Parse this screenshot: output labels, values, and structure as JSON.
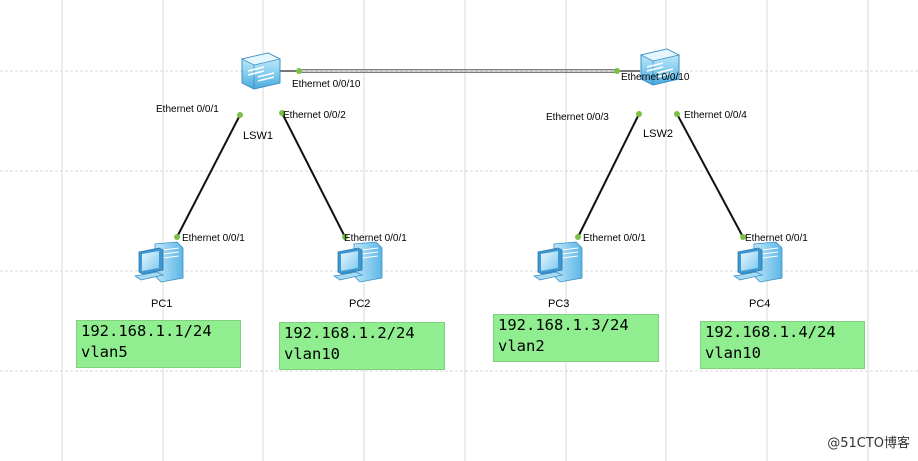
{
  "switches": [
    {
      "name": "LSW1"
    },
    {
      "name": "LSW2"
    }
  ],
  "pcs": [
    {
      "name": "PC1",
      "port": "Ethernet 0/0/1",
      "ip": "192.168.1.1/24",
      "vlan": "vlan5"
    },
    {
      "name": "PC2",
      "port": "Ethernet 0/0/1",
      "ip": "192.168.1.2/24",
      "vlan": "vlan10"
    },
    {
      "name": "PC3",
      "port": "Ethernet 0/0/1",
      "ip": "192.168.1.3/24",
      "vlan": "vlan2"
    },
    {
      "name": "PC4",
      "port": "Ethernet 0/0/1",
      "ip": "192.168.1.4/24",
      "vlan": "vlan10"
    }
  ],
  "links": [
    {
      "from": "LSW1",
      "from_port": "Ethernet 0/0/10",
      "to": "LSW2",
      "to_port": "Ethernet 0/0/10"
    },
    {
      "from": "LSW1",
      "from_port": "Ethernet 0/0/1",
      "to": "PC1",
      "to_port": "Ethernet 0/0/1"
    },
    {
      "from": "LSW1",
      "from_port": "Ethernet 0/0/2",
      "to": "PC2",
      "to_port": "Ethernet 0/0/1"
    },
    {
      "from": "LSW2",
      "from_port": "Ethernet 0/0/3",
      "to": "PC3",
      "to_port": "Ethernet 0/0/1"
    },
    {
      "from": "LSW2",
      "from_port": "Ethernet 0/0/4",
      "to": "PC4",
      "to_port": "Ethernet 0/0/1"
    }
  ],
  "watermark": "@51CTO博客",
  "colors": {
    "port_dot": "#7ac143",
    "note_bg": "#90ee90",
    "device_blue": "#4fb3e8",
    "grid": "#d9d9d9"
  }
}
